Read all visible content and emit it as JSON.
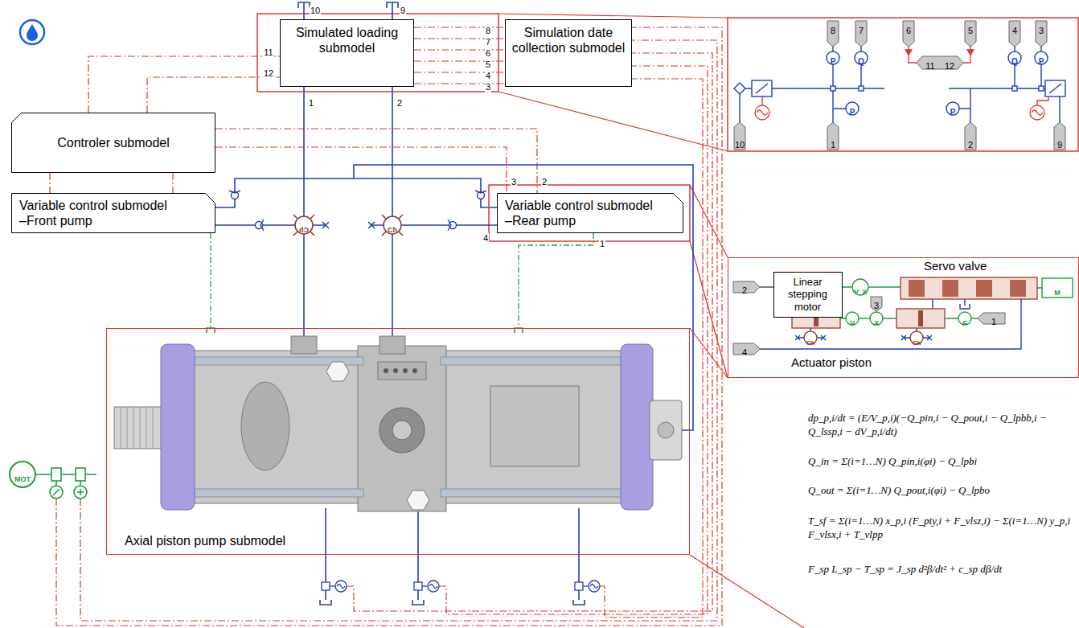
{
  "diagram": {
    "nodes": [
      {
        "text": [
          "Simulated loading submodel"
        ]
      },
      {
        "text": [
          "Simulation date collection submodel"
        ]
      },
      {
        "text": [
          "Controler submodel"
        ]
      },
      {
        "text": [
          "Variable control submodel",
          "–Front pump"
        ]
      },
      {
        "text": [
          "Variable control submodel",
          "–Rear pump"
        ]
      },
      {
        "text": [
          "Axial piston pump submodel"
        ]
      },
      {
        "text": [
          "Servo valve",
          "Actuator piston"
        ]
      },
      {
        "text": [
          "Linear stepping motor"
        ],
        "in": 6
      }
    ],
    "edges": [
      {
        "from": 0,
        "to": 5,
        "arrow": "none",
        "label": "1"
      },
      {
        "from": 0,
        "to": 5,
        "arrow": "none",
        "label": "2"
      },
      {
        "from": 0,
        "to": 1,
        "arrow": "none",
        "label": "8"
      },
      {
        "from": 0,
        "to": 1,
        "arrow": "none",
        "label": "7"
      },
      {
        "from": 0,
        "to": 1,
        "arrow": "none",
        "label": "6"
      },
      {
        "from": 0,
        "to": 1,
        "arrow": "none",
        "label": "5"
      },
      {
        "from": 0,
        "to": 1,
        "arrow": "none",
        "label": "4"
      },
      {
        "from": 0,
        "to": 1,
        "arrow": "none",
        "label": "3"
      },
      {
        "from": 2,
        "to": 0,
        "arrow": "none",
        "label": "11"
      },
      {
        "from": 2,
        "to": 0,
        "arrow": "none",
        "label": "12"
      },
      {
        "from": 2,
        "to": 3,
        "arrow": "none"
      },
      {
        "from": 2,
        "to": 3,
        "arrow": "none"
      },
      {
        "from": 2,
        "to": 4,
        "arrow": "none",
        "label": "3"
      },
      {
        "from": 2,
        "to": 4,
        "arrow": "none",
        "label": "2"
      },
      {
        "from": 3,
        "to": 5,
        "arrow": "none"
      },
      {
        "from": 4,
        "to": 5,
        "arrow": "none",
        "label": "1"
      },
      {
        "from": 3,
        "to": 4,
        "arrow": "none"
      }
    ],
    "labels": [
      "10",
      "9",
      "4",
      "Ch",
      "Ch",
      "MOT",
      "8",
      "7",
      "6",
      "5",
      "4",
      "3",
      "11",
      "12",
      "10",
      "1",
      "2",
      "9",
      "P",
      "Q",
      "Q",
      "P",
      "P",
      "P",
      "2",
      "V",
      "X",
      "M",
      "3",
      "V",
      "X",
      "F",
      "1",
      "Ch",
      "Ch",
      "4",
      "dp_p,i/dt = (E/V_p,i)(−Q_pin,i − Q_pout,i − Q_lpbb,i − Q_lssp,i − dV_p,i/dt)",
      "Q_in = Σ(i=1…N) Q_pin,i(φi) − Q_lpbi",
      "Q_out = Σ(i=1…N) Q_pout,i(φi) − Q_lpbo",
      "T_sf = Σ(i=1…N) x_p,i (F_pty,i + F_vlsz,i) − Σ(i=1…N) y_p,i F_vlsx,i + T_vlpp",
      "F_sp L_sp − T_sp = J_sp d²β/dt² + c_sp dβ/dt"
    ]
  }
}
